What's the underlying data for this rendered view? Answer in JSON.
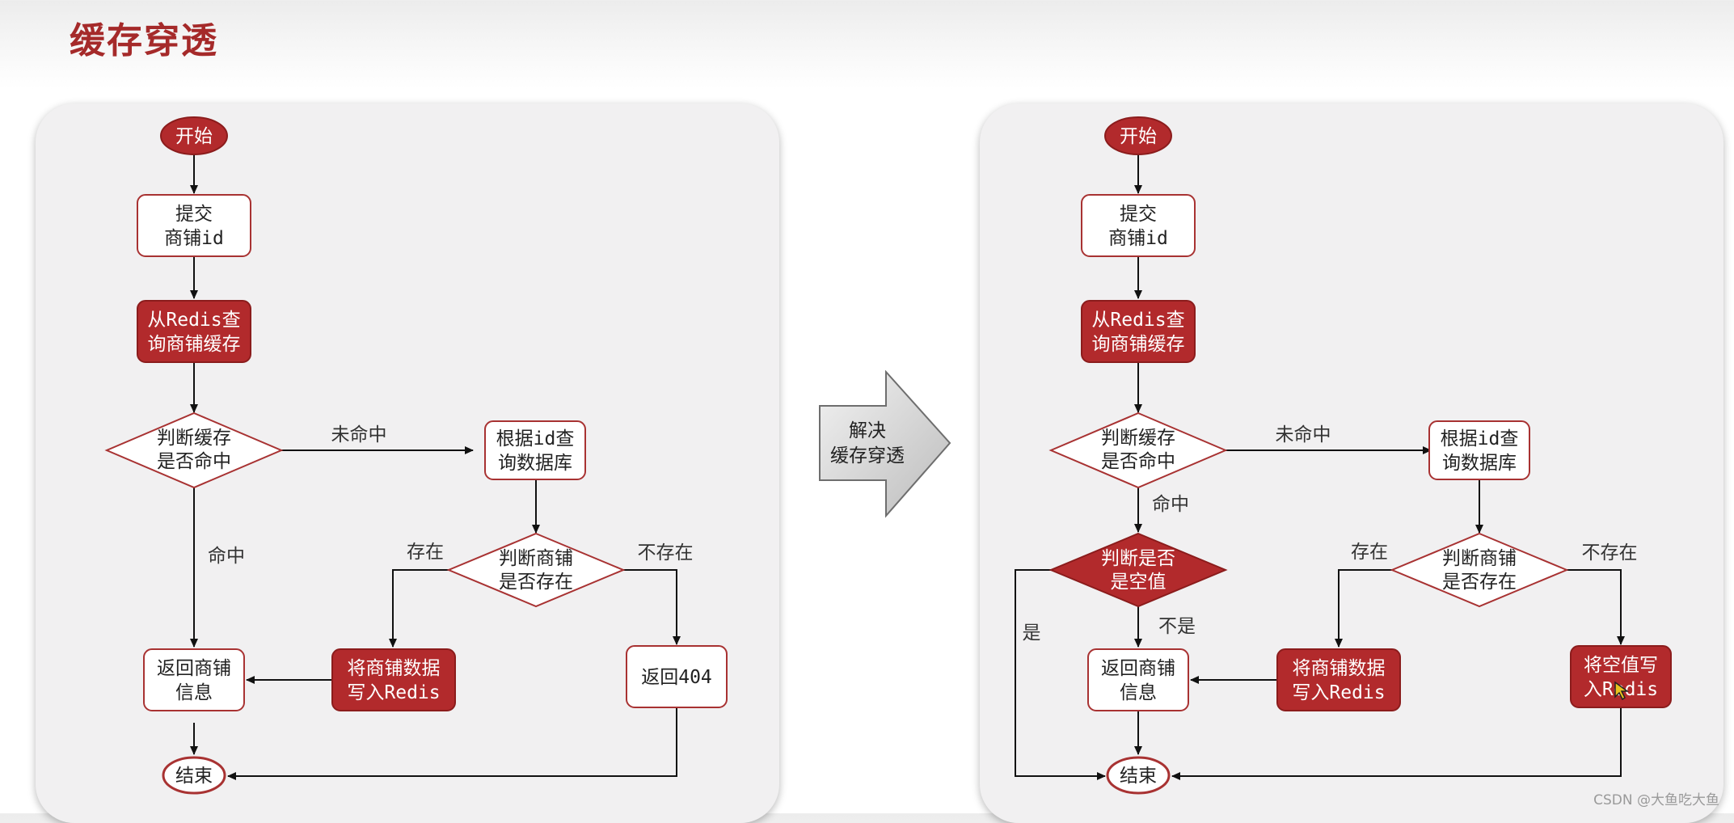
{
  "slide": {
    "title": "缓存穿透",
    "watermark": "CSDN @大鱼吃大鱼"
  },
  "arrow": {
    "line1": "解决",
    "line2": "缓存穿透"
  },
  "left": {
    "start": "开始",
    "submit": [
      "提交",
      "商铺id"
    ],
    "query_redis": [
      "从Redis查",
      "询商铺缓存"
    ],
    "judge_hit": [
      "判断缓存",
      "是否命中"
    ],
    "query_db": [
      "根据id查",
      "询数据库"
    ],
    "judge_exist": [
      "判断商铺",
      "是否存在"
    ],
    "write_redis": [
      "将商铺数据",
      "写入Redis"
    ],
    "return_shop": [
      "返回商铺",
      "信息"
    ],
    "return_404": "返回404",
    "end": "结束",
    "edge_miss": "未命中",
    "edge_hit": "命中",
    "edge_exists": "存在",
    "edge_not_exists": "不存在"
  },
  "right": {
    "start": "开始",
    "submit": [
      "提交",
      "商铺id"
    ],
    "query_redis": [
      "从Redis查",
      "询商铺缓存"
    ],
    "judge_hit": [
      "判断缓存",
      "是否命中"
    ],
    "query_db": [
      "根据id查",
      "询数据库"
    ],
    "judge_null": [
      "判断是否",
      "是空值"
    ],
    "judge_exist": [
      "判断商铺",
      "是否存在"
    ],
    "write_redis": [
      "将商铺数据",
      "写入Redis"
    ],
    "write_null": [
      "将空值写",
      "入Redis"
    ],
    "return_shop": [
      "返回商铺",
      "信息"
    ],
    "end": "结束",
    "edge_miss": "未命中",
    "edge_hit": "命中",
    "edge_yes": "是",
    "edge_no": "不是",
    "edge_exists": "存在",
    "edge_not_exists": "不存在"
  },
  "colors": {
    "accent": "#b22a2c",
    "border": "#a83232",
    "panel": "#f1f0f1"
  }
}
